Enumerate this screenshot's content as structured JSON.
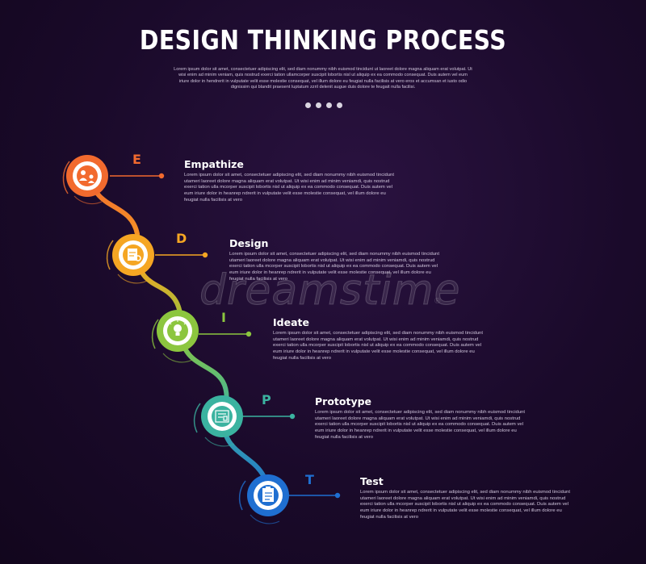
{
  "header": {
    "title": "DESIGN THINKING PROCESS",
    "intro": "Lorem ipsum dolor sit amet, consectetuer adipiscing elit, sed diam nonummy nibh euismod tincidunt ut laoreet dolore magna aliquam erat volutpat. Ut wisi enim ad minim veniam, quis nostrud exerci tation ullamcorper suscipit lobortis nisl ut aliquip ex ea commodo consequat. Duis autem vel eum iriure dolor in hendrerit in vulputate velit esse molestie consequat, vel illum dolore eu feugiat nulla facilisis at vero eros et accumsan et iusto odio dignissim qui blandit praesent luptatum zzril delenit augue duis dolore te feugait nulla facilisi."
  },
  "steps": [
    {
      "letter": "E",
      "title": "Empathize",
      "icon": "people-exchange-icon",
      "color": "#f26a2e",
      "body": "Lorem ipsum dolor sit amet, consectetuer adipiscing elit, sed diam nonummy nibh euismod tincidunt utameri laoreet dolore magna aliquam erat volutpat. Ut wisi enim ad minim veniamdi, quis nostrud exerci tation ulla mcorper suscipit lobortis nisl ut aliquip ex ea commodo consequat. Duis autem vel eum iriure dolor in heanrep ndrerit in vulputate velit esse molestie consequat, vel illum dolore eu feugiat nulla facilisis at vero"
    },
    {
      "letter": "D",
      "title": "Design",
      "icon": "clipboard-search-icon",
      "color": "#f5a623",
      "body": "Lorem ipsum dolor sit amet, consectetuer adipiscing elit, sed diam nonummy nibh euismod tincidunt utameri laoreet dolore magna aliquam erat volutpat. Ut wisi enim ad minim veniamdi, quis nostrud exerci tation ulla mcorper suscipit lobortis nisl ut aliquip ex ea commodo consequat. Duis autem vel eum iriure dolor in heanrep ndrerit in vulputate velit esse molestie consequat, vel illum dolore eu feugiat nulla facilisis at vero"
    },
    {
      "letter": "I",
      "title": "Ideate",
      "icon": "lightbulb-icon",
      "color": "#8cc63f",
      "body": "Lorem ipsum dolor sit amet, consectetuer adipiscing elit, sed diam nonummy nibh euismod tincidunt utameri laoreet dolore magna aliquam erat volutpat. Ut wisi enim ad minim veniamdi, quis nostrud exerci tation ulla mcorper suscipit lobortis nisl ut aliquip ex ea commodo consequat. Duis autem vel eum iriure dolor in heanrep ndrerit in vulputate velit esse molestie consequat, vel illum dolore eu feugiat nulla facilisis at vero"
    },
    {
      "letter": "P",
      "title": "Prototype",
      "icon": "blueprint-icon",
      "color": "#3bb3a0",
      "body": "Lorem ipsum dolor sit amet, consectetuer adipiscing elit, sed diam nonummy nibh euismod tincidunt utameri laoreet dolore magna aliquam erat volutpat. Ut wisi enim ad minim veniamdi, quis nostrud exerci tation ulla mcorper suscipit lobortis nisl ut aliquip ex ea commodo consequat. Duis autem vel eum iriure dolor in heanrep ndrerit in vulputate velit esse molestie consequat, vel illum dolore eu feugiat nulla facilisis at vero"
    },
    {
      "letter": "T",
      "title": "Test",
      "icon": "checklist-icon",
      "color": "#1f6fd1",
      "body": "Lorem ipsum dolor sit amet, consectetuer adipiscing elit, sed diam nonummy nibh euismod tincidunt utameri laoreet dolore magna aliquam erat volutpat. Ut wisi enim ad minim veniamdi, quis nostrud exerci tation ulla mcorper suscipit lobortis nisl ut aliquip ex ea commodo consequat. Duis autem vel eum iriure dolor in heanrep ndrerit in vulputate velit esse molestie consequat, vel illum dolore eu feugiat nulla facilisis at vero"
    }
  ],
  "watermark": "dreamstime"
}
